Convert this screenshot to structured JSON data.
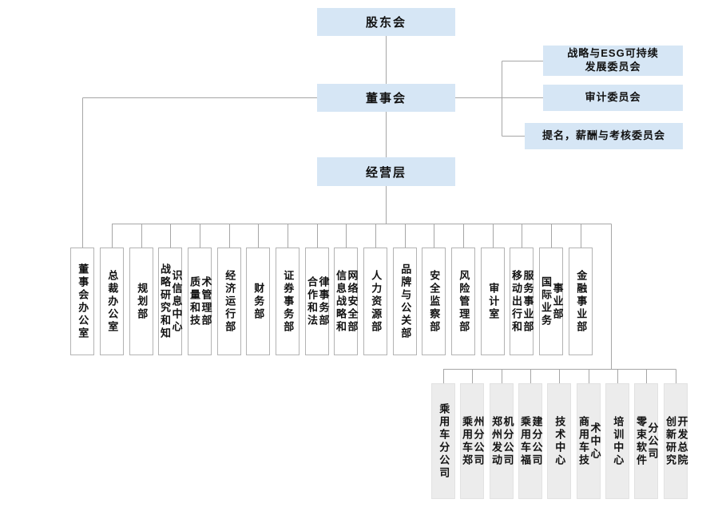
{
  "nodes": {
    "shareholders": "股东会",
    "board": "董事会",
    "management": "经营层"
  },
  "committees": [
    {
      "lines": [
        "战略与ESG可持续",
        "发展委员会"
      ]
    },
    {
      "lines": [
        "审计委员会"
      ]
    },
    {
      "lines": [
        "提名，薪酬与考核委员会"
      ]
    }
  ],
  "departments": [
    "董事会办公室",
    "总裁办公室",
    "规划部",
    "战略研究和知识信息中心",
    "质量和技术管理部",
    "经济运行部",
    "财务部",
    "证券事务部",
    "合作和法律事务部",
    "信息战略和网络安全部",
    "人力资源部",
    "品牌与公关部",
    "安全监察部",
    "风险管理部",
    "审计室",
    "移动出行和服务事业部",
    "国际业务事业部",
    "金融事业部"
  ],
  "subsidiaries": [
    "乘用车分公司",
    "乘用车郑州分公司",
    "郑州发动机分公司",
    "乘用车福建分公司",
    "技术中心",
    "商用车技术中心",
    "培训中心",
    "零束软件分公司",
    "创新研究开发总院"
  ],
  "colors": {
    "node_fill": "#d6e6f5",
    "dept_fill": "#ffffff",
    "dept_border": "#b3b3b3",
    "subsidiary_fill": "#ececec",
    "connector": "#a6a6a6",
    "text": "#111111"
  }
}
